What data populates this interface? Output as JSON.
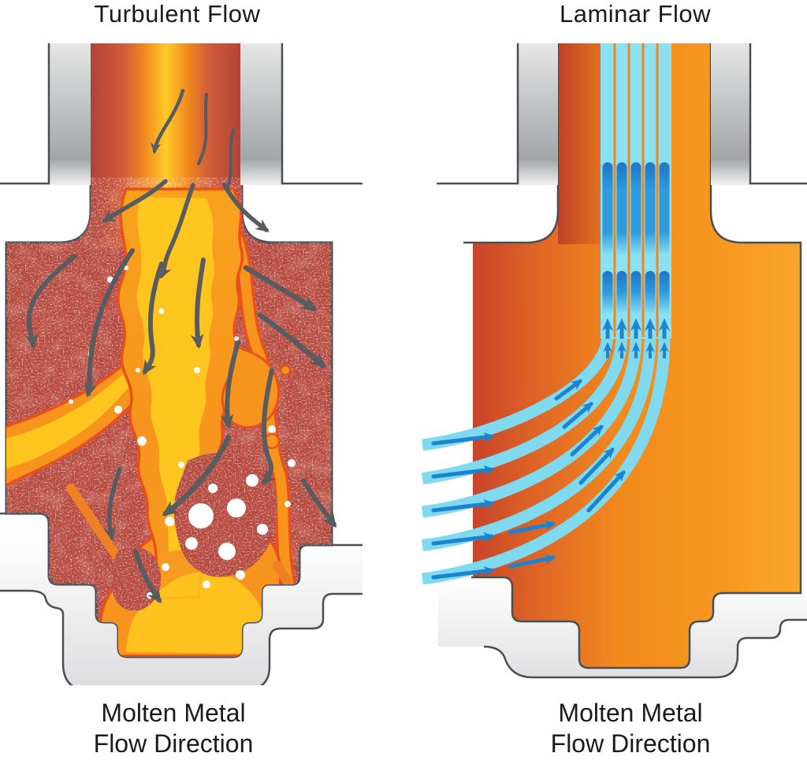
{
  "page": {
    "background": "#FFFFFF"
  },
  "panels": [
    {
      "id": "turbulent",
      "title": "Turbulent Flow",
      "caption_line1": "Molten Metal",
      "caption_line2": "Flow Direction",
      "flow_type": "turbulent"
    },
    {
      "id": "laminar",
      "title": "Laminar Flow",
      "caption_line1": "Molten Metal",
      "caption_line2": "Flow Direction",
      "flow_type": "laminar"
    }
  ],
  "colors": {
    "molten_red": "#B5463C",
    "molten_orange": "#F7941D",
    "molten_yellow": "#FFC91F",
    "stream_rim": "#E8501C",
    "stream_cyan": "#8BE0F2",
    "stream_blue": "#1B84CE",
    "arrow_gray": "#575C60",
    "wall_gray": "#C2C3C5",
    "outline": "#4A4F54",
    "bubble_white": "#FFFFFF"
  }
}
